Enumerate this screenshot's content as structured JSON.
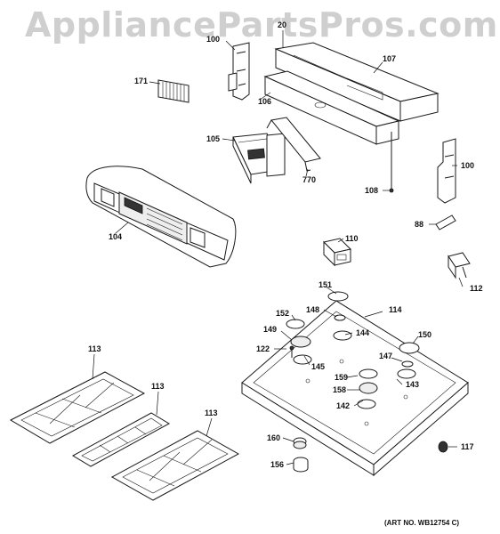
{
  "watermark": "AppliancePartsPros.com",
  "art_number": "(ART NO. WB12754 C)",
  "callouts": {
    "c20": "20",
    "c100a": "100",
    "c107": "107",
    "c171": "171",
    "c106": "106",
    "c105": "105",
    "c770": "770",
    "c100b": "100",
    "c108": "108",
    "c104": "104",
    "c88": "88",
    "c110": "110",
    "c112": "112",
    "c151": "151",
    "c148": "148",
    "c114": "114",
    "c152": "152",
    "c149": "149",
    "c144": "144",
    "c150": "150",
    "c122": "122",
    "c147": "147",
    "c145": "145",
    "c159": "159",
    "c143": "143",
    "c158": "158",
    "c142": "142",
    "c113a": "113",
    "c113b": "113",
    "c113c": "113",
    "c160": "160",
    "c117": "117",
    "c156": "156"
  }
}
